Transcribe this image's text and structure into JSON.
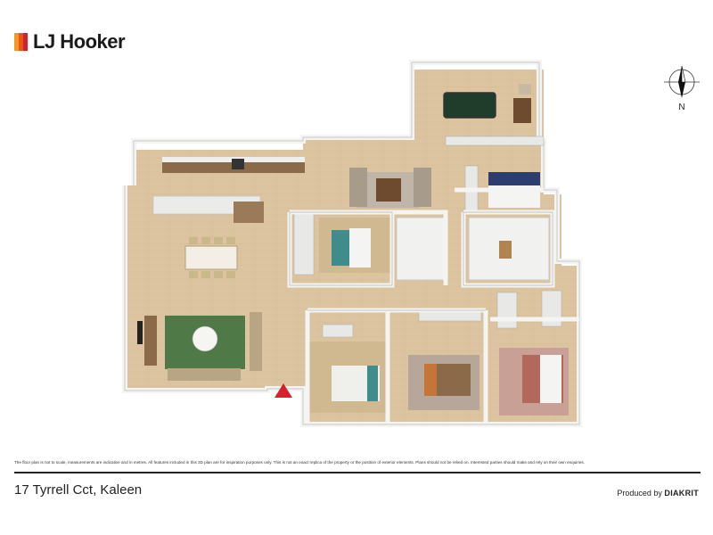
{
  "brand": {
    "name": "LJ Hooker",
    "mark_colors": [
      "#f39a1e",
      "#e8541f",
      "#d6202a"
    ]
  },
  "compass": {
    "label": "N"
  },
  "disclaimer": "The floor plan is not to scale, measurements are indicative and in metres. All features included in this 3D plan are for inspiration purposes only. This is not an exact replica of the property or the position of exterior elements. Plans should not be relied on. Interested parties should make and rely on their own enquiries.",
  "footer": {
    "address": "17 Tyrrell Cct, Kaleen",
    "produced_prefix": "Produced by",
    "producer": "DIAKRIT"
  },
  "colors": {
    "floor": "#dcc4a0",
    "wall": "#f4f4f2",
    "wall_shade": "#c9c9c6",
    "rug_green": "#4f7a48",
    "bed_teal": "#3f8c8a",
    "bed_blue": "#2d3e6e",
    "rug_pink": "#c8a096",
    "entry_marker": "#d6202a"
  }
}
